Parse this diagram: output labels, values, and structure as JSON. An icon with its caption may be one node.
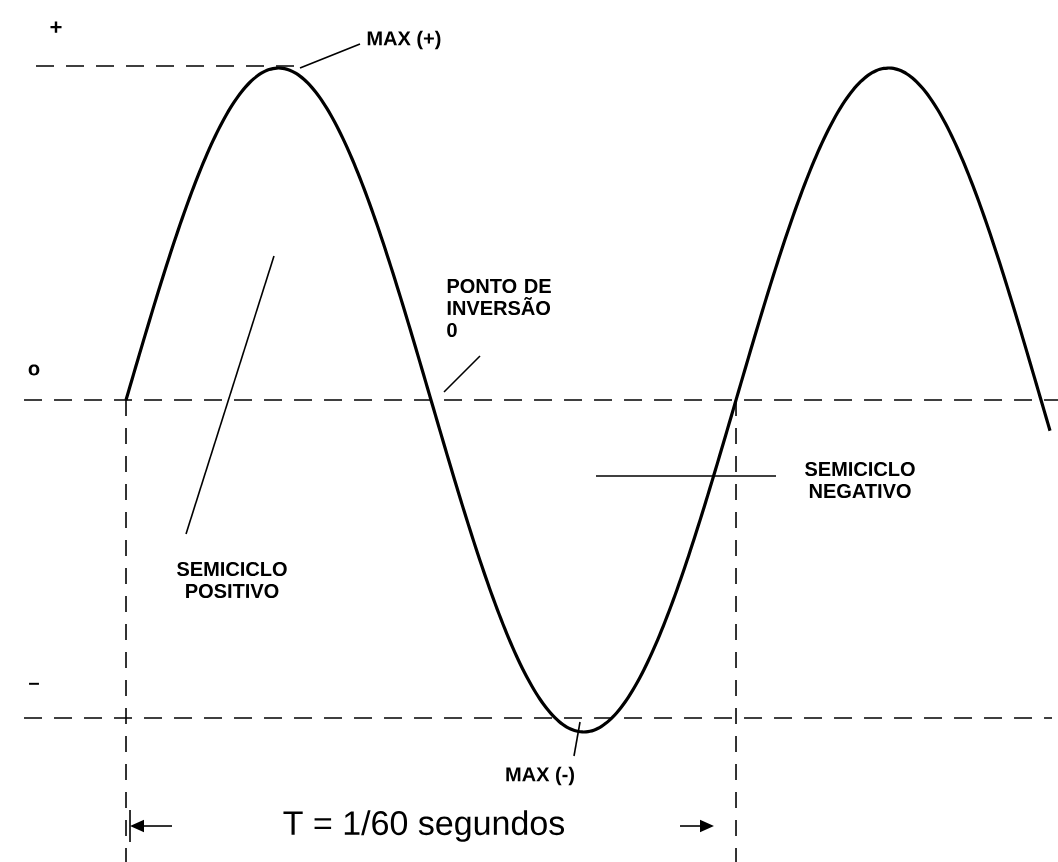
{
  "diagram": {
    "nodes": [
      {
        "text": [
          "MAX (+)"
        ]
      },
      {
        "text": [
          "PONTO DE INVERSÃO",
          "0"
        ]
      },
      {
        "text": [
          "SEMICICLO POSITIVO"
        ]
      },
      {
        "text": [
          "SEMICICLO NEGATIVO"
        ]
      },
      {
        "text": [
          "MAX (-)"
        ]
      }
    ],
    "edges": [
      {
        "from": 0,
        "to": null,
        "arrow": "none"
      },
      {
        "from": 1,
        "to": null,
        "arrow": "none"
      },
      {
        "from": 2,
        "to": null,
        "arrow": "none"
      },
      {
        "from": 3,
        "to": null,
        "arrow": "none"
      },
      {
        "from": 4,
        "to": null,
        "arrow": "none"
      }
    ],
    "labels": [
      "+",
      "o",
      "–",
      "T = 1/60 segundos"
    ]
  }
}
